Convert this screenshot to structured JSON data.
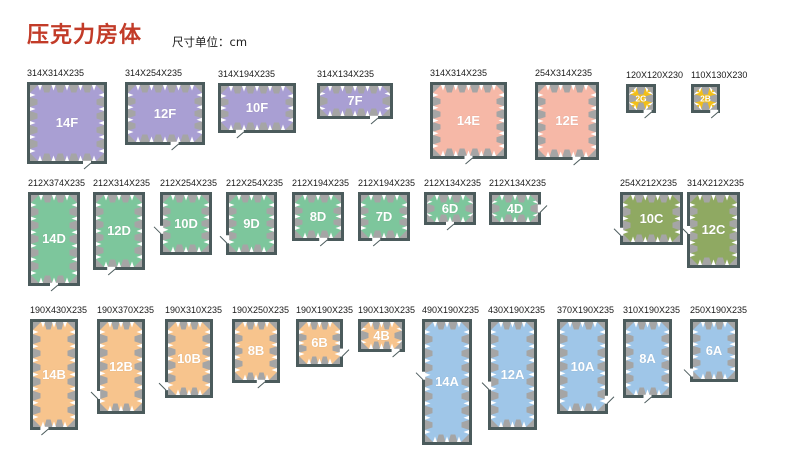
{
  "title": "压克力房体",
  "unit_note": "尺寸单位：cm",
  "colors": {
    "title": "#c23b28",
    "wall": "#4b5b5c",
    "seat": "#a5a5a5",
    "door_gap": "#ffffff"
  },
  "rooms": [
    {
      "name": "14F",
      "size": "314X314X235",
      "fill": "#a99fd3"
    },
    {
      "name": "12F",
      "size": "314X254X235",
      "fill": "#a99fd3"
    },
    {
      "name": "10F",
      "size": "314X194X235",
      "fill": "#a99fd3"
    },
    {
      "name": "7F",
      "size": "314X134X235",
      "fill": "#a99fd3"
    },
    {
      "name": "14E",
      "size": "314X314X235",
      "fill": "#f6b8a7"
    },
    {
      "name": "12E",
      "size": "254X314X235",
      "fill": "#f6b8a7"
    },
    {
      "name": "2G",
      "size": "120X120X230",
      "fill": "#f3bf17"
    },
    {
      "name": "2B",
      "size": "110X130X230",
      "fill": "#f3bf17"
    },
    {
      "name": "14D",
      "size": "212X374X235",
      "fill": "#7dc69c"
    },
    {
      "name": "12D",
      "size": "212X314X235",
      "fill": "#7dc69c"
    },
    {
      "name": "10D",
      "size": "212X254X235",
      "fill": "#7dc69c"
    },
    {
      "name": "9D",
      "size": "212X254X235",
      "fill": "#7dc69c"
    },
    {
      "name": "8D",
      "size": "212X194X235",
      "fill": "#7dc69c"
    },
    {
      "name": "7D",
      "size": "212X194X235",
      "fill": "#7dc69c"
    },
    {
      "name": "6D",
      "size": "212X134X235",
      "fill": "#7dc69c"
    },
    {
      "name": "4D",
      "size": "212X134X235",
      "fill": "#7dc69c"
    },
    {
      "name": "10C",
      "size": "254X212X235",
      "fill": "#8fa962"
    },
    {
      "name": "12C",
      "size": "314X212X235",
      "fill": "#8fa962"
    },
    {
      "name": "14B",
      "size": "190X430X235",
      "fill": "#f7c48d"
    },
    {
      "name": "12B",
      "size": "190X370X235",
      "fill": "#f7c48d"
    },
    {
      "name": "10B",
      "size": "190X310X235",
      "fill": "#f7c48d"
    },
    {
      "name": "8B",
      "size": "190X250X235",
      "fill": "#f7c48d"
    },
    {
      "name": "6B",
      "size": "190X190X235",
      "fill": "#f7c48d"
    },
    {
      "name": "4B",
      "size": "190X130X235",
      "fill": "#f7c48d"
    },
    {
      "name": "14A",
      "size": "490X190X235",
      "fill": "#9fc6e8"
    },
    {
      "name": "12A",
      "size": "430X190X235",
      "fill": "#9fc6e8"
    },
    {
      "name": "10A",
      "size": "370X190X235",
      "fill": "#9fc6e8"
    },
    {
      "name": "8A",
      "size": "310X190X235",
      "fill": "#9fc6e8"
    },
    {
      "name": "6A",
      "size": "250X190X235",
      "fill": "#9fc6e8"
    }
  ]
}
